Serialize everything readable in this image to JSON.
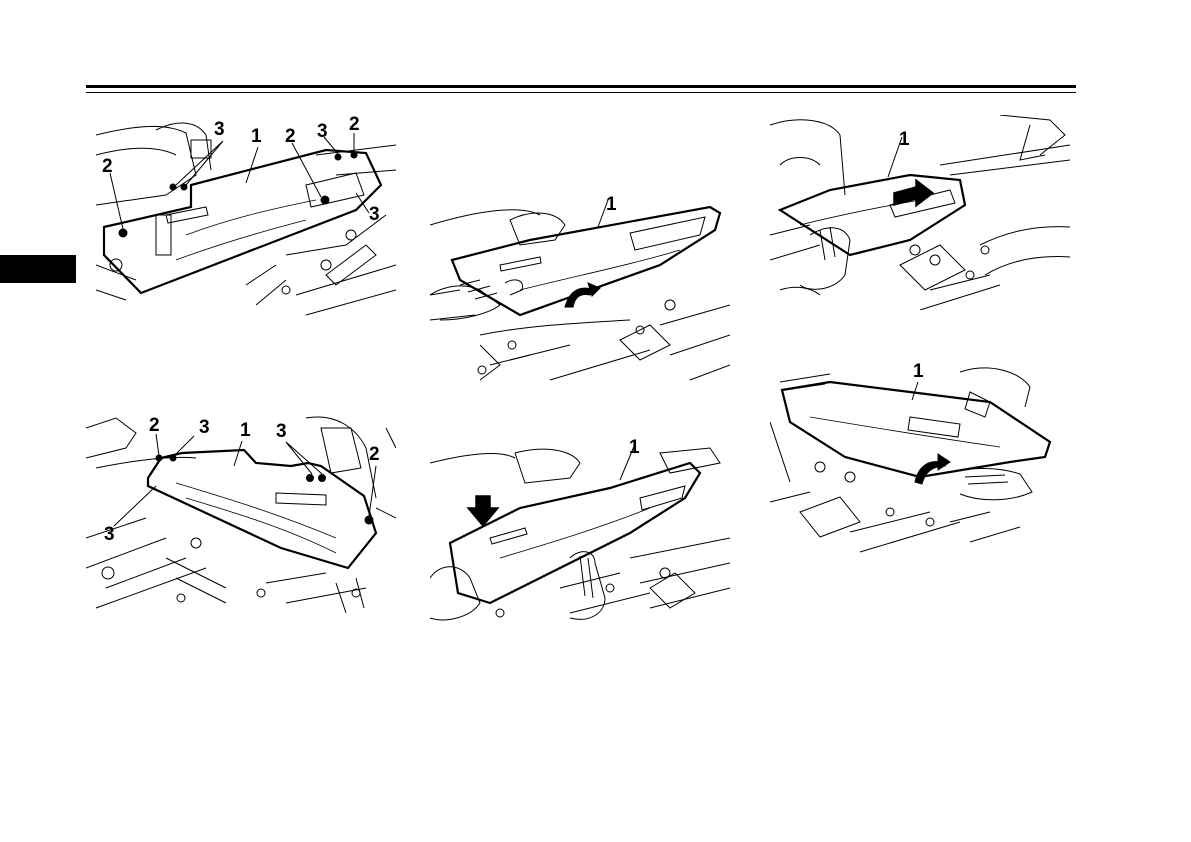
{
  "figures": [
    {
      "id": "fig-1",
      "callouts": [
        {
          "id": "c1",
          "text": "3"
        },
        {
          "id": "c2",
          "text": "1"
        },
        {
          "id": "c3",
          "text": "2"
        },
        {
          "id": "c4",
          "text": "3"
        },
        {
          "id": "c5",
          "text": "2"
        },
        {
          "id": "c6",
          "text": "2"
        },
        {
          "id": "c7",
          "text": "3"
        }
      ]
    },
    {
      "id": "fig-2",
      "callouts": [
        {
          "id": "c1",
          "text": "2"
        },
        {
          "id": "c2",
          "text": "3"
        },
        {
          "id": "c3",
          "text": "1"
        },
        {
          "id": "c4",
          "text": "3"
        },
        {
          "id": "c5",
          "text": "2"
        },
        {
          "id": "c6",
          "text": "3"
        }
      ]
    },
    {
      "id": "fig-3",
      "callouts": [
        {
          "id": "c1",
          "text": "1"
        }
      ]
    },
    {
      "id": "fig-4",
      "callouts": [
        {
          "id": "c1",
          "text": "1"
        }
      ]
    },
    {
      "id": "fig-5",
      "callouts": [
        {
          "id": "c1",
          "text": "1"
        }
      ]
    },
    {
      "id": "fig-6",
      "callouts": [
        {
          "id": "c1",
          "text": "1"
        }
      ]
    }
  ]
}
